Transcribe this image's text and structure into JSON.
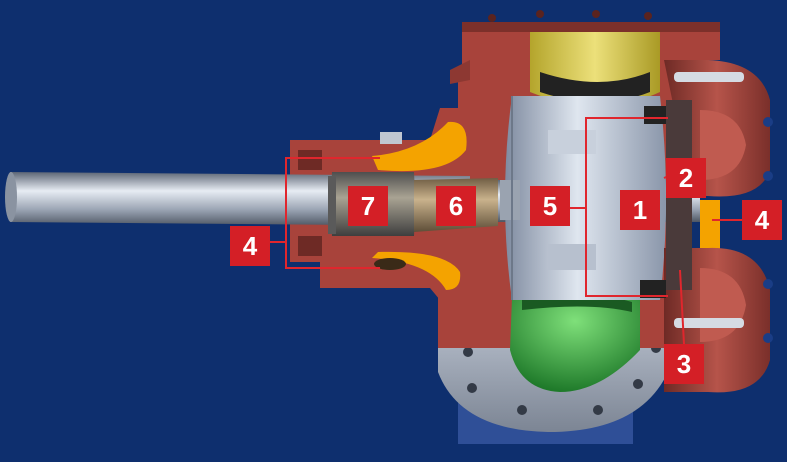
{
  "colors": {
    "background": "#0e2f6e",
    "callout": "#d41f26",
    "callout_text": "#ffffff",
    "leader_line": "#e0262d",
    "housing": "#a8433b",
    "housing_dark": "#6e2a25",
    "steel": "#9aa6b8",
    "steel_light": "#dfe6ef",
    "bronze": "#9c8462",
    "port_top": "#d9cc45",
    "port_bottom": "#3fae3f",
    "seal_fluid": "#f4a300",
    "base": "#3a5fb0"
  },
  "callouts": [
    {
      "id": "1",
      "label": "1"
    },
    {
      "id": "2",
      "label": "2"
    },
    {
      "id": "3",
      "label": "3"
    },
    {
      "id": "4a",
      "label": "4"
    },
    {
      "id": "4b",
      "label": "4"
    },
    {
      "id": "5",
      "label": "5"
    },
    {
      "id": "6",
      "label": "6"
    },
    {
      "id": "7",
      "label": "7"
    }
  ]
}
